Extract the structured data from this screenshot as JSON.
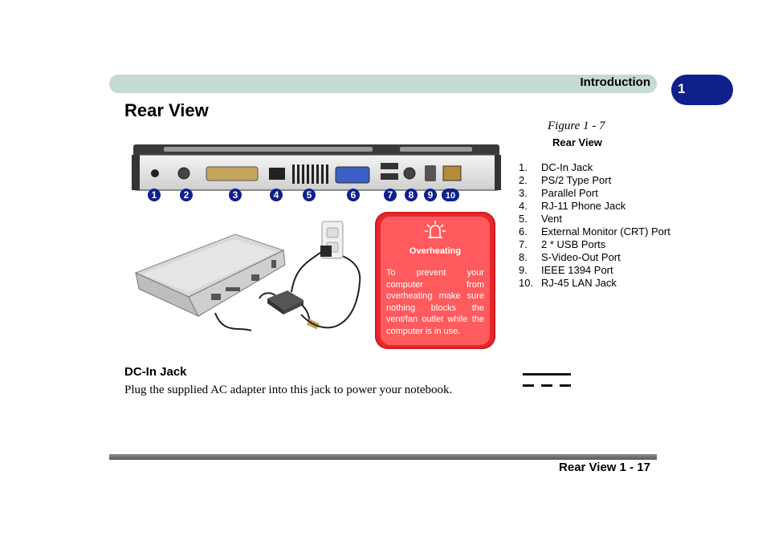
{
  "header": {
    "title": "Introduction"
  },
  "chapter_tab": {
    "label": "1"
  },
  "page": {
    "title": "Rear View"
  },
  "figure": {
    "caption": "Figure 1 - 7",
    "subcaption": "Rear View",
    "callouts": [
      "1",
      "2",
      "3",
      "4",
      "5",
      "6",
      "7",
      "8",
      "9",
      "10"
    ],
    "callout_color": "#0f1f8c",
    "legend": [
      {
        "num": "1.",
        "text": "DC-In Jack"
      },
      {
        "num": "2.",
        "text": "PS/2 Type Port"
      },
      {
        "num": "3.",
        "text": "Parallel Port"
      },
      {
        "num": "4.",
        "text": "RJ-11 Phone Jack"
      },
      {
        "num": "5.",
        "text": "Vent"
      },
      {
        "num": "6.",
        "text": "External Monitor (CRT) Port"
      },
      {
        "num": "7.",
        "text": "2 * USB Ports"
      },
      {
        "num": "8.",
        "text": "S-Video-Out Port"
      },
      {
        "num": "9.",
        "text": "IEEE 1394 Port"
      },
      {
        "num": "10.",
        "text": "RJ-45 LAN Jack"
      }
    ]
  },
  "warning": {
    "icon": "overheating-alarm-icon",
    "title": "Overheating",
    "body": "To prevent your computer from overheating make sure nothing blocks the vent/fan outlet while the computer is in use.",
    "colors": {
      "outer": "#e8272b",
      "inner": "#ff5a5d"
    }
  },
  "section": {
    "heading": "DC-In Jack",
    "body": "Plug the supplied AC adapter into this jack to power your notebook.",
    "symbol": "dc-power-symbol-icon"
  },
  "footer": {
    "text": "Rear View 1 - 17"
  }
}
